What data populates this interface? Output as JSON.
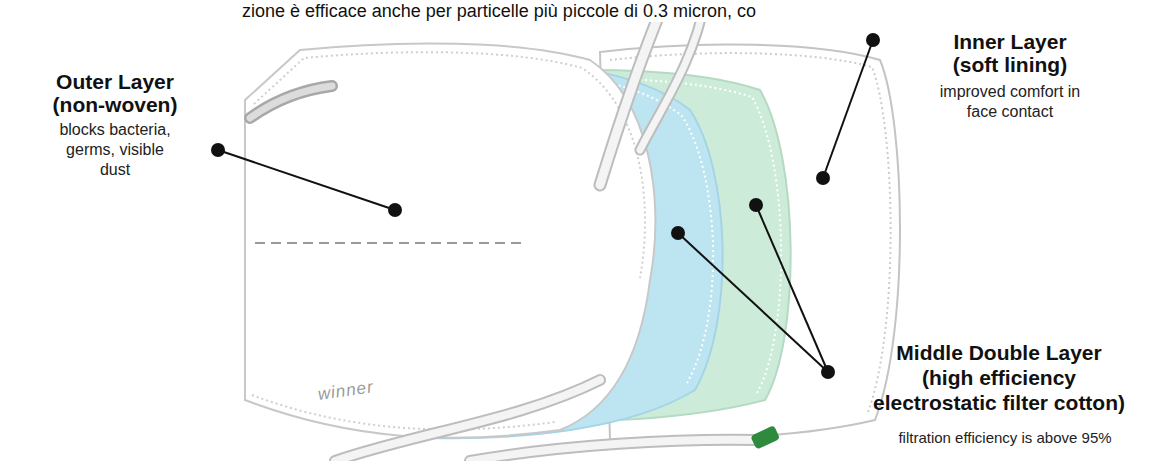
{
  "diagram": {
    "labels": [
      "zione è efficace anche per particelle più piccole di 0.3 micron, co",
      "Outer Layer (non-woven)",
      "blocks bacteria, germs, visible dust",
      "Inner Layer (soft lining)",
      "improved comfort in face contact",
      "Middle Double Layer (high efficiency electrostatic filter cotton)",
      "filtration efficiency is above 95%",
      "winner"
    ]
  }
}
